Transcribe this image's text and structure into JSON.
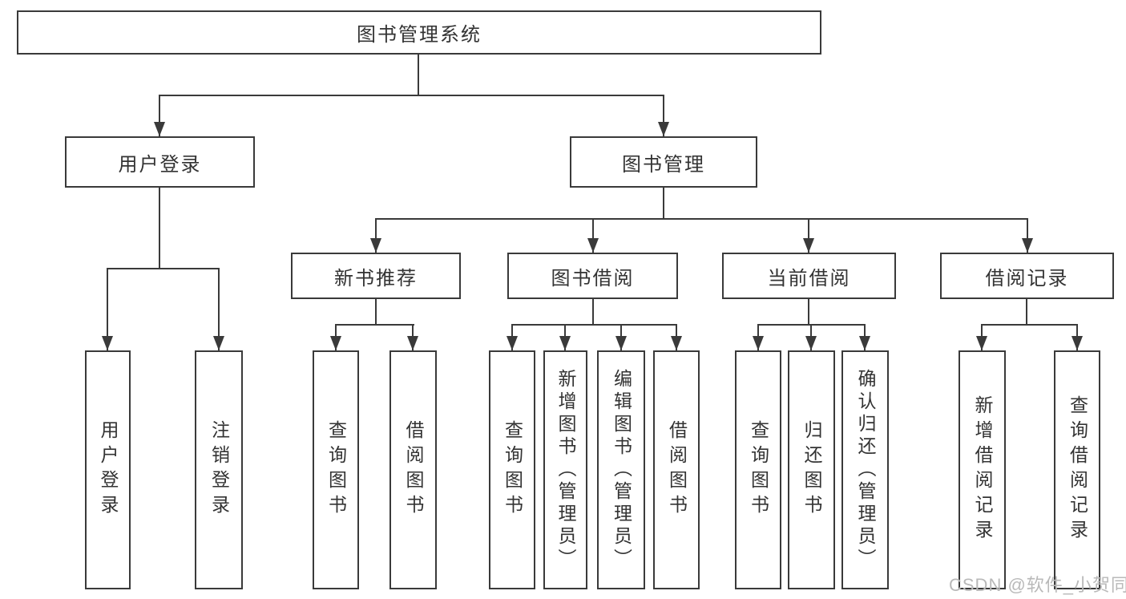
{
  "diagram": {
    "type": "hierarchy-tree",
    "title": "图书管理系统",
    "watermark": "CSDN @软件_小贺同学",
    "colors": {
      "line": "#3a3a3a",
      "text": "#333333",
      "watermark": "#b9b9b9",
      "background": "#ffffff"
    },
    "nodes": {
      "root": "图书管理系统",
      "user_login": "用户登录",
      "book_mgmt": "图书管理",
      "new_book_rec": "新书推荐",
      "book_borrow": "图书借阅",
      "current_borrow": "当前借阅",
      "borrow_records": "借阅记录",
      "leaf_user_login": "用户登录",
      "leaf_logout": "注销登录",
      "leaf_query_book_1": "查询图书",
      "leaf_borrow_book_1": "借阅图书",
      "leaf_query_book_2": "查询图书",
      "leaf_add_book_admin": "新增图书（管理员）",
      "leaf_edit_book_admin": "编辑图书（管理员）",
      "leaf_borrow_book_2": "借阅图书",
      "leaf_query_book_3": "查询图书",
      "leaf_return_book": "归还图书",
      "leaf_confirm_return_admin": "确认归还（管理员）",
      "leaf_add_borrow_record": "新增借阅记录",
      "leaf_query_borrow_record": "查询借阅记录"
    },
    "edges": [
      {
        "from": "图书管理系统",
        "to": "用户登录"
      },
      {
        "from": "图书管理系统",
        "to": "图书管理"
      },
      {
        "from": "用户登录",
        "to": "用户登录"
      },
      {
        "from": "用户登录",
        "to": "注销登录"
      },
      {
        "from": "图书管理",
        "to": "新书推荐"
      },
      {
        "from": "图书管理",
        "to": "图书借阅"
      },
      {
        "from": "图书管理",
        "to": "当前借阅"
      },
      {
        "from": "图书管理",
        "to": "借阅记录"
      },
      {
        "from": "新书推荐",
        "to": "查询图书"
      },
      {
        "from": "新书推荐",
        "to": "借阅图书"
      },
      {
        "from": "图书借阅",
        "to": "查询图书"
      },
      {
        "from": "图书借阅",
        "to": "新增图书（管理员）"
      },
      {
        "from": "图书借阅",
        "to": "编辑图书（管理员）"
      },
      {
        "from": "图书借阅",
        "to": "借阅图书"
      },
      {
        "from": "当前借阅",
        "to": "查询图书"
      },
      {
        "from": "当前借阅",
        "to": "归还图书"
      },
      {
        "from": "当前借阅",
        "to": "确认归还（管理员）"
      },
      {
        "from": "借阅记录",
        "to": "新增借阅记录"
      },
      {
        "from": "借阅记录",
        "to": "查询借阅记录"
      }
    ]
  }
}
